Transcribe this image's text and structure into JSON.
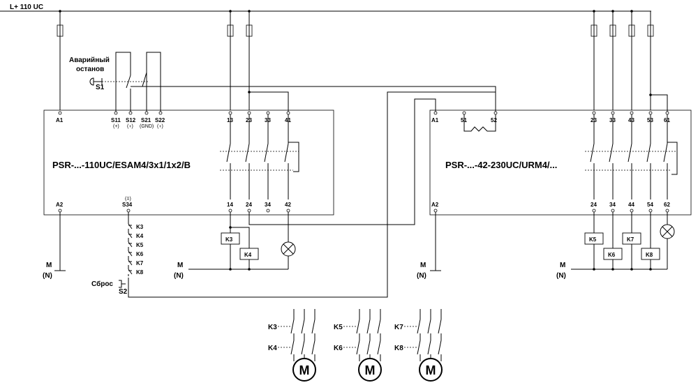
{
  "supply": {
    "label": "L+ 110 UC"
  },
  "device1": {
    "name": "PSR-...-110UC/ESAM4/3x1/1x2/B",
    "terminals": {
      "A1": "A1",
      "S11": "S11",
      "S12": "S12",
      "S21": "S21",
      "S22": "S22",
      "t13": "13",
      "t23": "23",
      "t33": "33",
      "t41": "41",
      "A2": "A2",
      "S34": "S34",
      "t14": "14",
      "t24": "24",
      "t34": "34",
      "t42": "42"
    },
    "subs": {
      "S11": "(+)",
      "S12": "(⍖)",
      "S21": "(GND)",
      "S22": "(⍖)",
      "S34": "(⍏)"
    }
  },
  "device2": {
    "name": "PSR-...-42-230UC/URM4/...",
    "terminals": {
      "A1": "A1",
      "t51": "51",
      "t52": "52",
      "t23": "23",
      "t33": "33",
      "t43": "43",
      "t53": "53",
      "t61": "61",
      "A2": "A2",
      "t24": "24",
      "t34": "34",
      "t44": "44",
      "t54": "54",
      "t62": "62"
    }
  },
  "estop": {
    "label1": "Аварийный",
    "label2": "останов",
    "name": "S1"
  },
  "reset": {
    "label": "Сброс",
    "name": "S2"
  },
  "contacts_chain": [
    "K3",
    "K4",
    "K5",
    "K6",
    "K7",
    "K8"
  ],
  "coils": {
    "K3": "K3",
    "K4": "K4",
    "K5": "K5",
    "K6": "K6",
    "K7": "K7",
    "K8": "K8"
  },
  "grounds": {
    "g1a": "M",
    "g1b": "(N)",
    "g2a": "M",
    "g2b": "(N)",
    "g3a": "M",
    "g3b": "(N)",
    "g4a": "M",
    "g4b": "(N)"
  },
  "motors": [
    {
      "upper": "K3",
      "lower": "K4",
      "symbol": "M"
    },
    {
      "upper": "K5",
      "lower": "K6",
      "symbol": "M"
    },
    {
      "upper": "K7",
      "lower": "K8",
      "symbol": "M"
    }
  ]
}
